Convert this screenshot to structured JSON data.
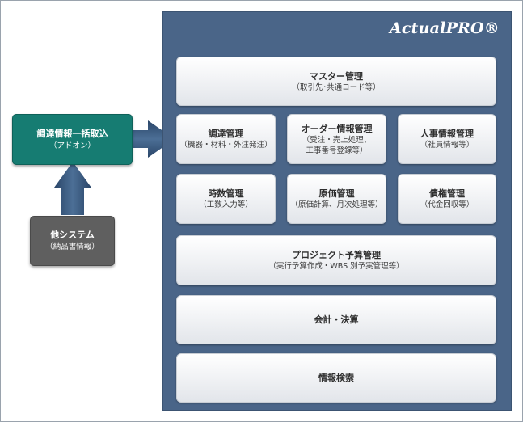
{
  "brand": "ActualPRO®",
  "addon": {
    "title": "調達情報一括取込",
    "sub": "（アドオン）"
  },
  "other": {
    "title": "他システム",
    "sub": "（納品書情報）"
  },
  "modules": {
    "master": {
      "title": "マスター管理",
      "sub": "（取引先･共通コード等）"
    },
    "procurement": {
      "title": "調達管理",
      "sub": "（機器・材料・外注発注）"
    },
    "order": {
      "title": "オーダー情報管理",
      "sub1": "（受注・売上処理、",
      "sub2": "工事番号登録等）"
    },
    "hr": {
      "title": "人事情報管理",
      "sub": "（社員情報等）"
    },
    "hours": {
      "title": "時数管理",
      "sub": "（工数入力等）"
    },
    "cost": {
      "title": "原価管理",
      "sub": "（原価計算、月次処理等）"
    },
    "debt": {
      "title": "債権管理",
      "sub": "（代金回収等）"
    },
    "project": {
      "title": "プロジェクト予算管理",
      "sub": "（実行予算作成・WBS 別予実管理等）"
    },
    "accounting": {
      "title": "会計・決算"
    },
    "search": {
      "title": "情報検索"
    }
  },
  "colors": {
    "panel": "#4a6588",
    "addon": "#167c72",
    "other": "#5f5f5f",
    "arrow": "#2d4a70"
  }
}
